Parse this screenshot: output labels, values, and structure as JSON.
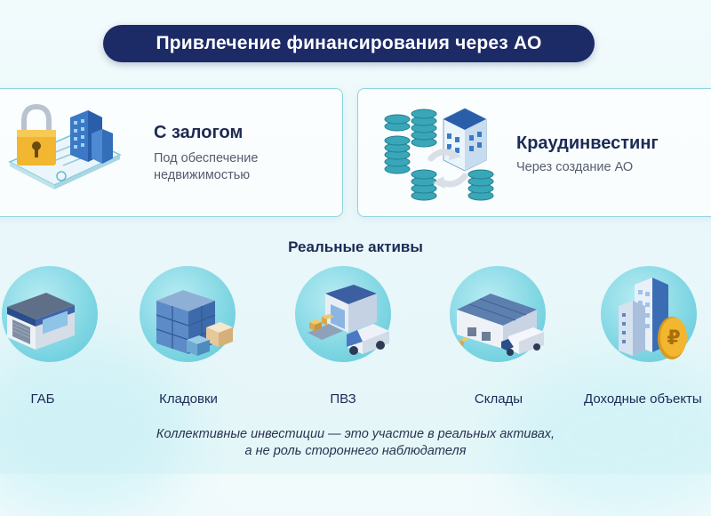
{
  "header": {
    "title": "Привлечение финансирования через АО"
  },
  "cards": [
    {
      "title": "С залогом",
      "subtitle_line1": "Под обеспечение",
      "subtitle_line2": "недвижимостью",
      "icon": "padlock-document-icon"
    },
    {
      "title": "Краудинвестинг",
      "subtitle_line1": "Через создание АО",
      "icon": "coins-building-exchange-icon"
    }
  ],
  "assets": {
    "heading": "Реальные активы",
    "items": [
      {
        "label": "ГАБ",
        "icon": "storefront-icon"
      },
      {
        "label": "Кладовки",
        "icon": "storage-boxes-icon"
      },
      {
        "label": "ПВЗ",
        "icon": "pickup-point-icon"
      },
      {
        "label": "Склады",
        "icon": "warehouse-truck-icon"
      },
      {
        "label": "Доходные объекты",
        "icon": "income-building-ruble-icon"
      }
    ]
  },
  "footer": {
    "line1": "Коллективные инвестиции — это участие в реальных активах,",
    "line2": "а не роль стороннего наблюдателя"
  },
  "colors": {
    "navy": "#1c2a66",
    "teal": "#5ec7d8",
    "card_border": "#8fd3dc",
    "coin": "#3aa7b8",
    "gold": "#f2b630"
  }
}
